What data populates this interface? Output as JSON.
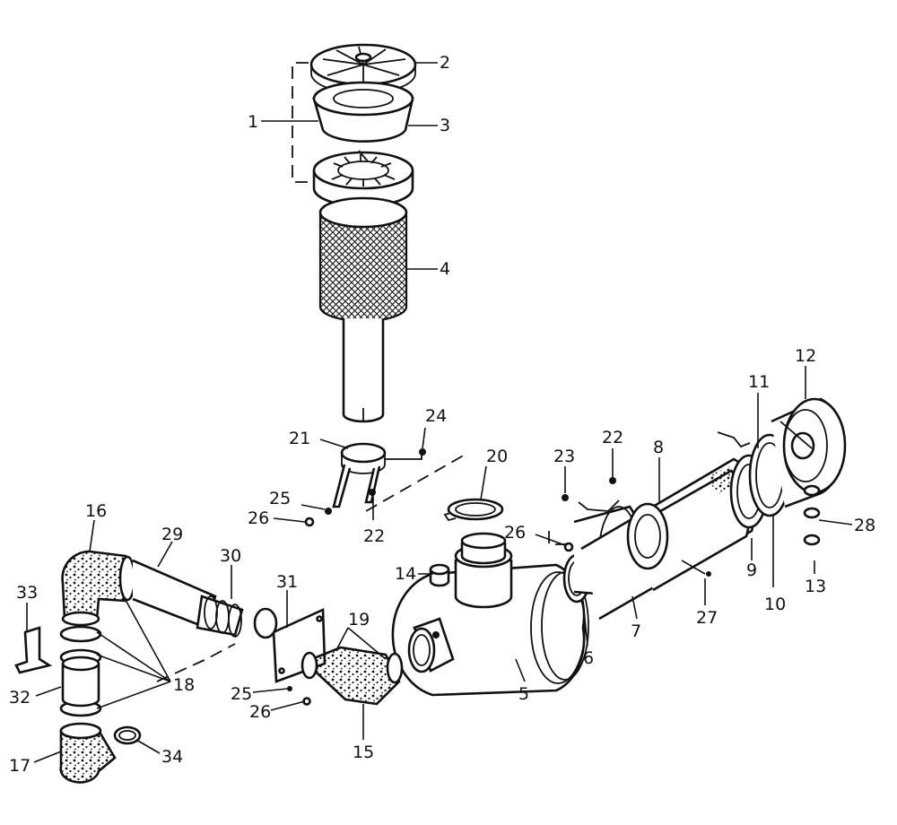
{
  "callouts": [
    "1",
    "2",
    "3",
    "4",
    "5",
    "6",
    "7",
    "8",
    "9",
    "10",
    "11",
    "12",
    "13",
    "14",
    "15",
    "16",
    "17",
    "18",
    "19",
    "20",
    "21",
    "22",
    "22",
    "23",
    "24",
    "25",
    "25",
    "26",
    "26",
    "26",
    "27",
    "28",
    "29",
    "30",
    "31",
    "32",
    "33",
    "34"
  ]
}
